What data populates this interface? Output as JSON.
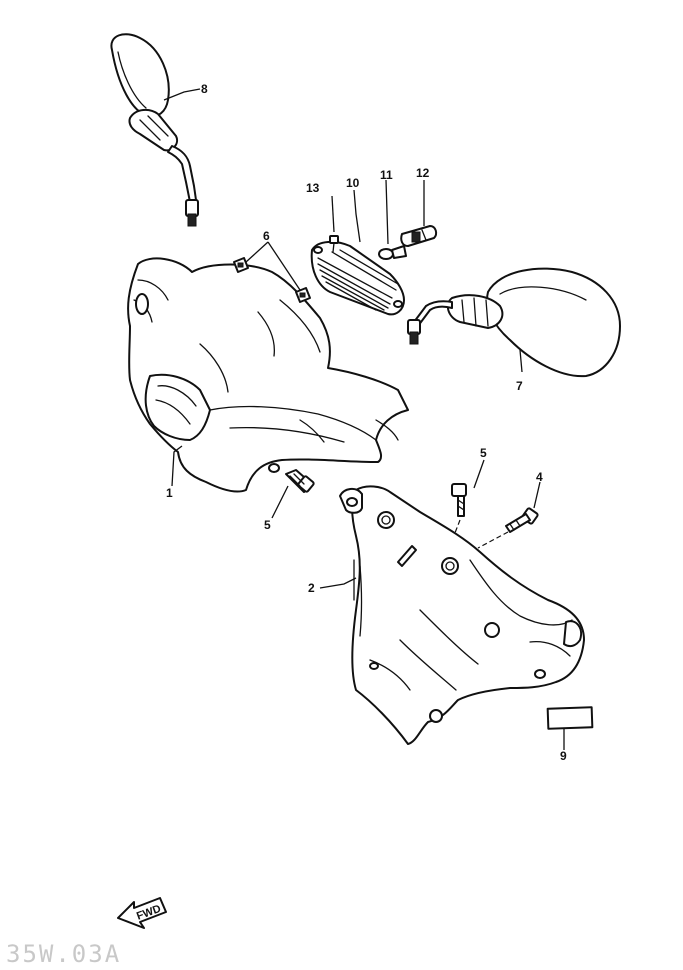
{
  "callouts": {
    "p1": "1",
    "p2": "2",
    "p4": "4",
    "p5a": "5",
    "p5b": "5",
    "p6": "6",
    "p7": "7",
    "p8": "8",
    "p9": "9",
    "p10": "10",
    "p11": "11",
    "p12": "12",
    "p13": "13"
  },
  "fwd_arrow": {
    "label": "FWD"
  },
  "diagram_code": "35W.03A"
}
